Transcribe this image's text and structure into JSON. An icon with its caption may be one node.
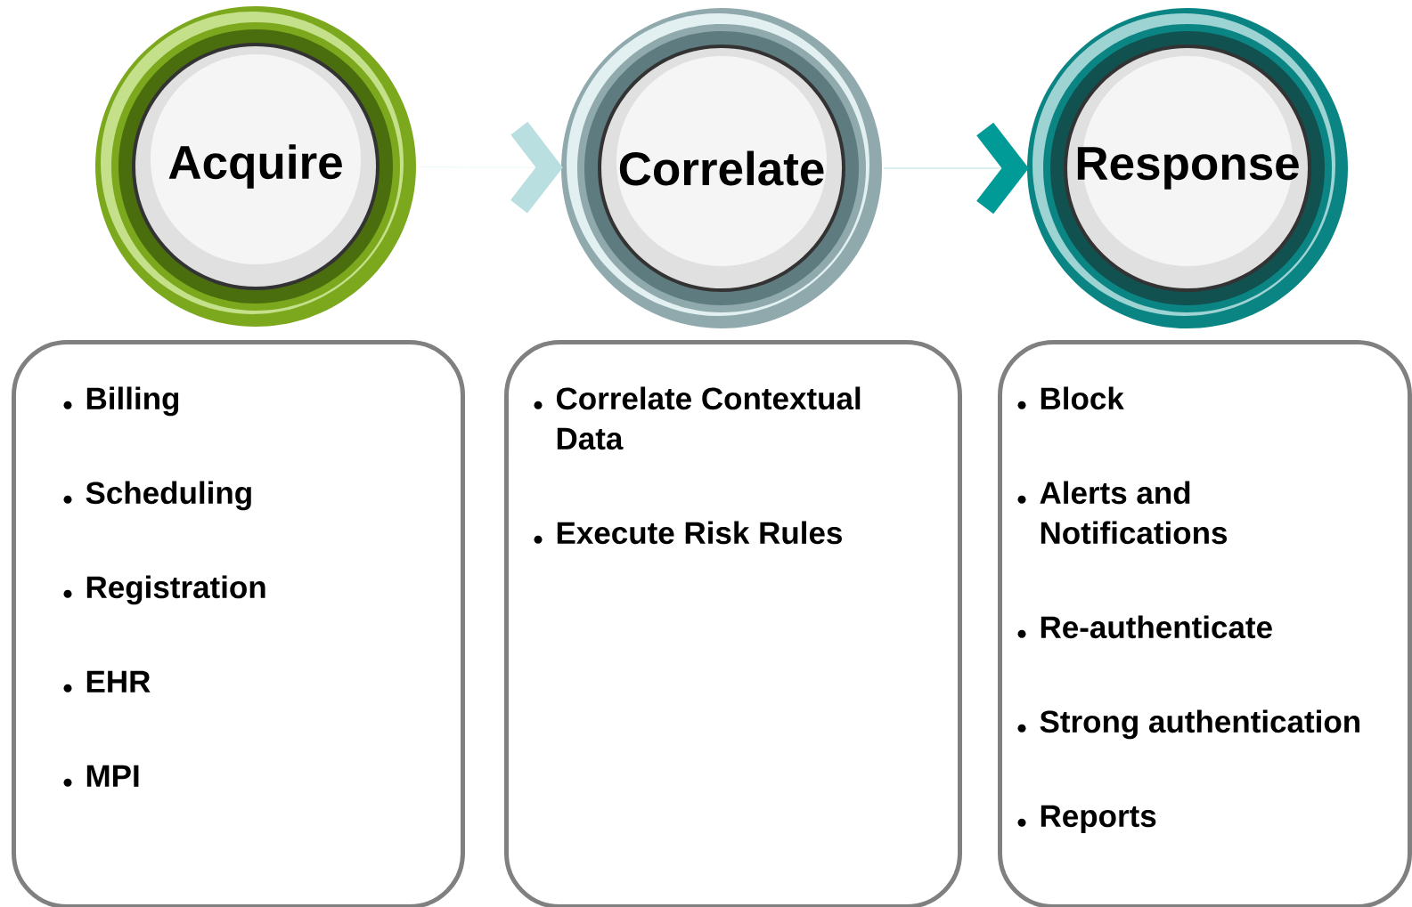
{
  "diagram": {
    "nodes": [
      {
        "text": [
          "Acquire"
        ]
      },
      {
        "text": [
          "Correlate"
        ]
      },
      {
        "text": [
          "Response"
        ]
      },
      {
        "text": [
          "Billing",
          "Scheduling",
          "Registration",
          "EHR",
          "MPI"
        ]
      },
      {
        "text": [
          "Correlate Contextual Data",
          "Execute Risk Rules"
        ]
      },
      {
        "text": [
          "Block",
          "Alerts and Notifications",
          "Re-authenticate",
          "Strong authentication",
          "Reports"
        ]
      }
    ],
    "edges": [
      {
        "from": 0,
        "to": 1,
        "arrow": "to",
        "color": "#b9dfe1"
      },
      {
        "from": 1,
        "to": 2,
        "arrow": "to",
        "color": "#009a97"
      }
    ]
  }
}
